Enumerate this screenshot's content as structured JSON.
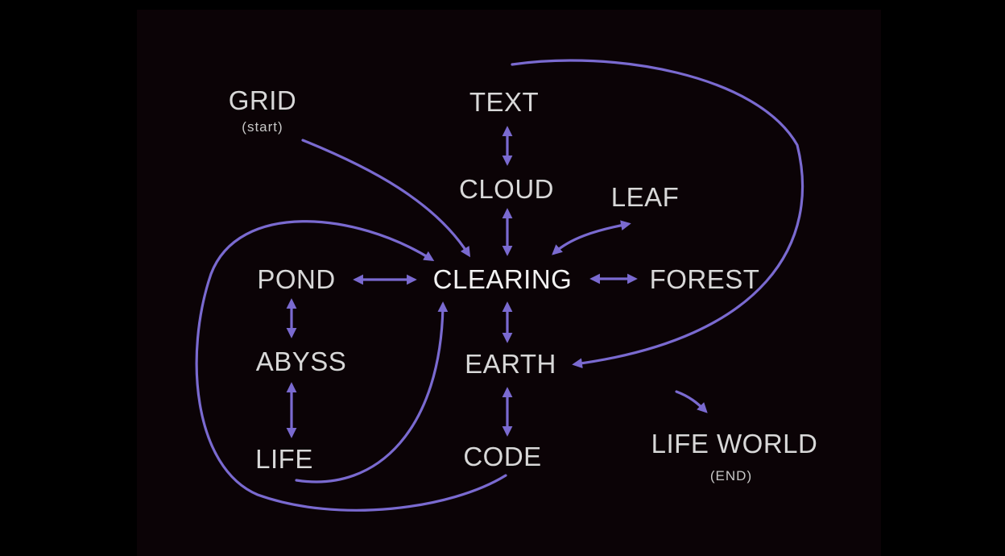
{
  "nodes": {
    "grid": {
      "label": "GRID",
      "sub": "(start)"
    },
    "text": {
      "label": "TEXT"
    },
    "cloud": {
      "label": "CLOUD"
    },
    "leaf": {
      "label": "LEAF"
    },
    "pond": {
      "label": "POND"
    },
    "clearing": {
      "label": "CLEARING"
    },
    "forest": {
      "label": "FOREST"
    },
    "abyss": {
      "label": "ABYSS"
    },
    "earth": {
      "label": "EARTH"
    },
    "life": {
      "label": "LIFE"
    },
    "code": {
      "label": "CODE"
    },
    "life_world": {
      "label": "LIFE WORLD",
      "sub": "(END)"
    }
  },
  "colors": {
    "background": "#000000",
    "panel": "#0b0306",
    "arrow": "#7a6ad0",
    "text": "#d8d8d8"
  }
}
